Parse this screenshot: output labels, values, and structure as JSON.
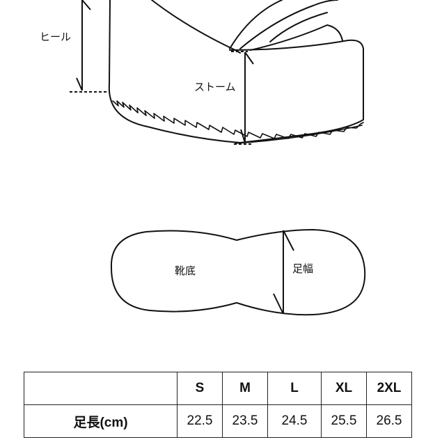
{
  "labels": {
    "heel": "ヒール",
    "platform": "ストーム",
    "insole": "靴底",
    "width": "足幅"
  },
  "table": {
    "sizes": [
      "S",
      "M",
      "L",
      "XL",
      "2XL"
    ],
    "rows": [
      {
        "label": "足長(cm)",
        "values": [
          "22.5",
          "23.5",
          "24.5",
          "25.5",
          "26.5"
        ]
      }
    ]
  }
}
